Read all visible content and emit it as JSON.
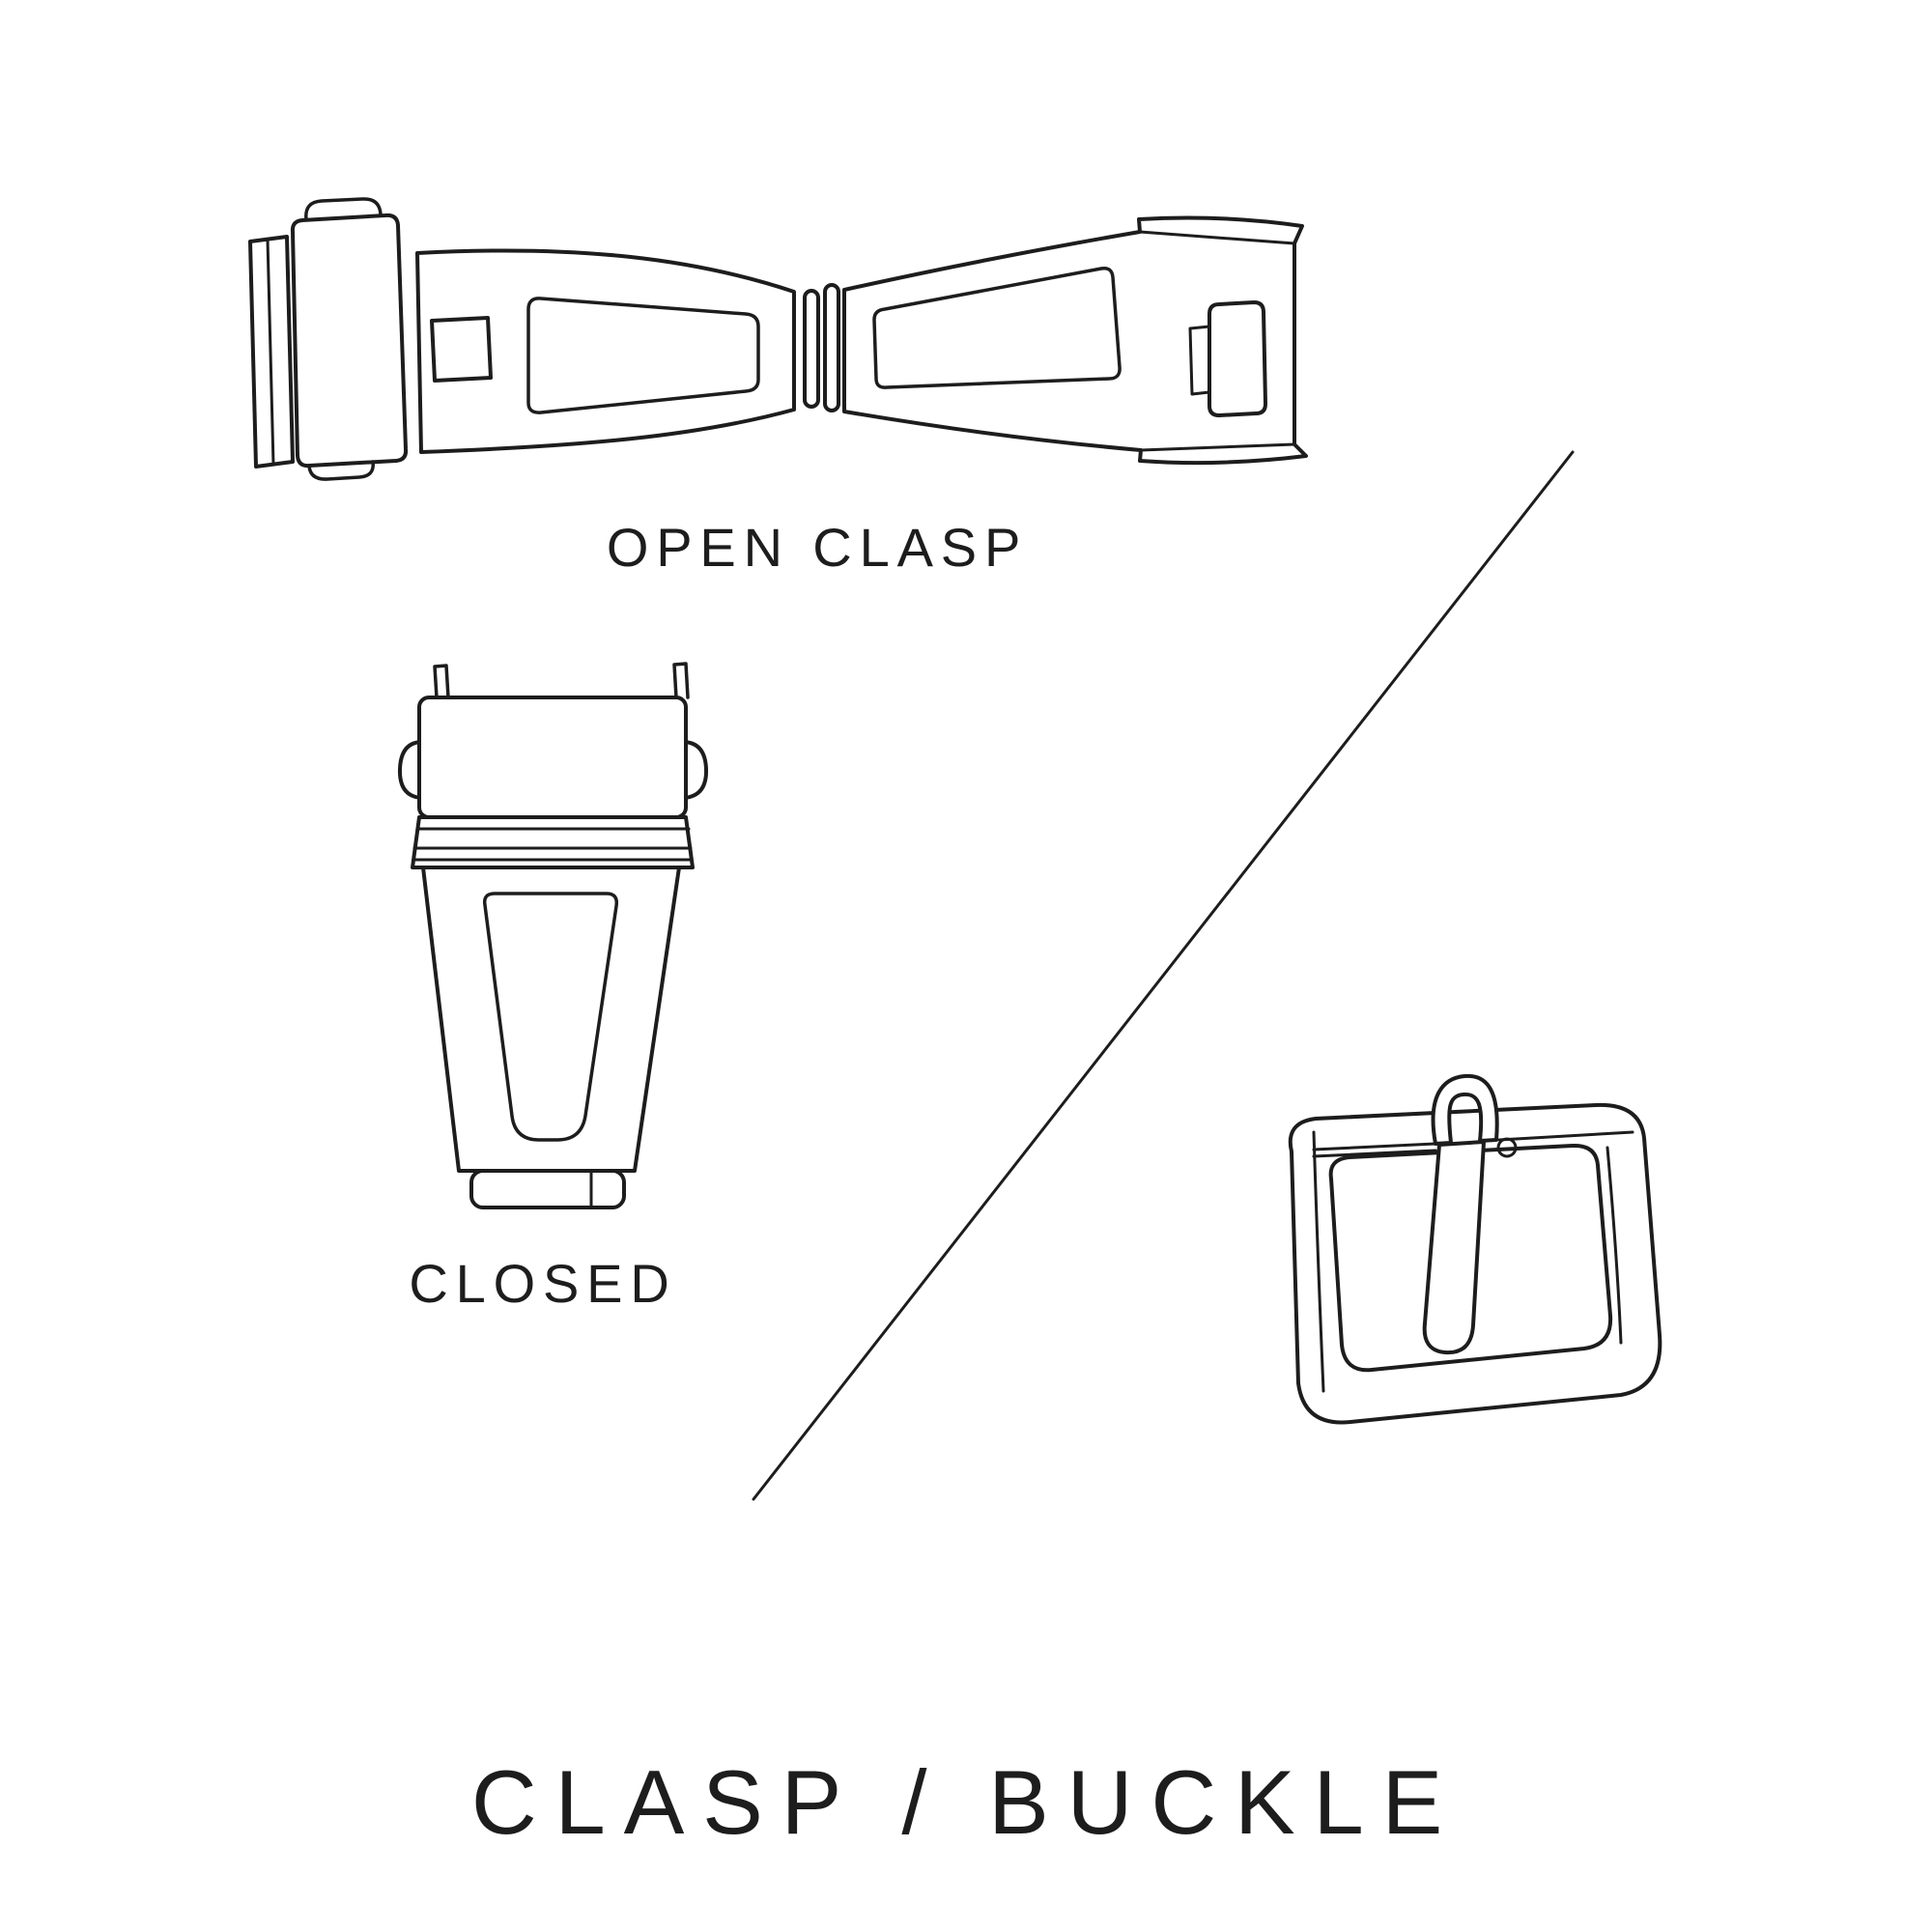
{
  "diagram": {
    "title": "CLASP / BUCKLE",
    "sections": {
      "clasp": {
        "open_label": "OPEN CLASP",
        "closed_label": "CLOSED"
      },
      "buckle": {}
    }
  },
  "icons": {
    "open_clasp": "open-clasp-line-drawing",
    "closed_clasp": "closed-clasp-line-drawing",
    "buckle": "pin-buckle-line-drawing",
    "divider": "diagonal-divider-line"
  },
  "colors": {
    "background": "#ffffff",
    "line": "#1d1d1d",
    "text": "#1d1d1d"
  }
}
